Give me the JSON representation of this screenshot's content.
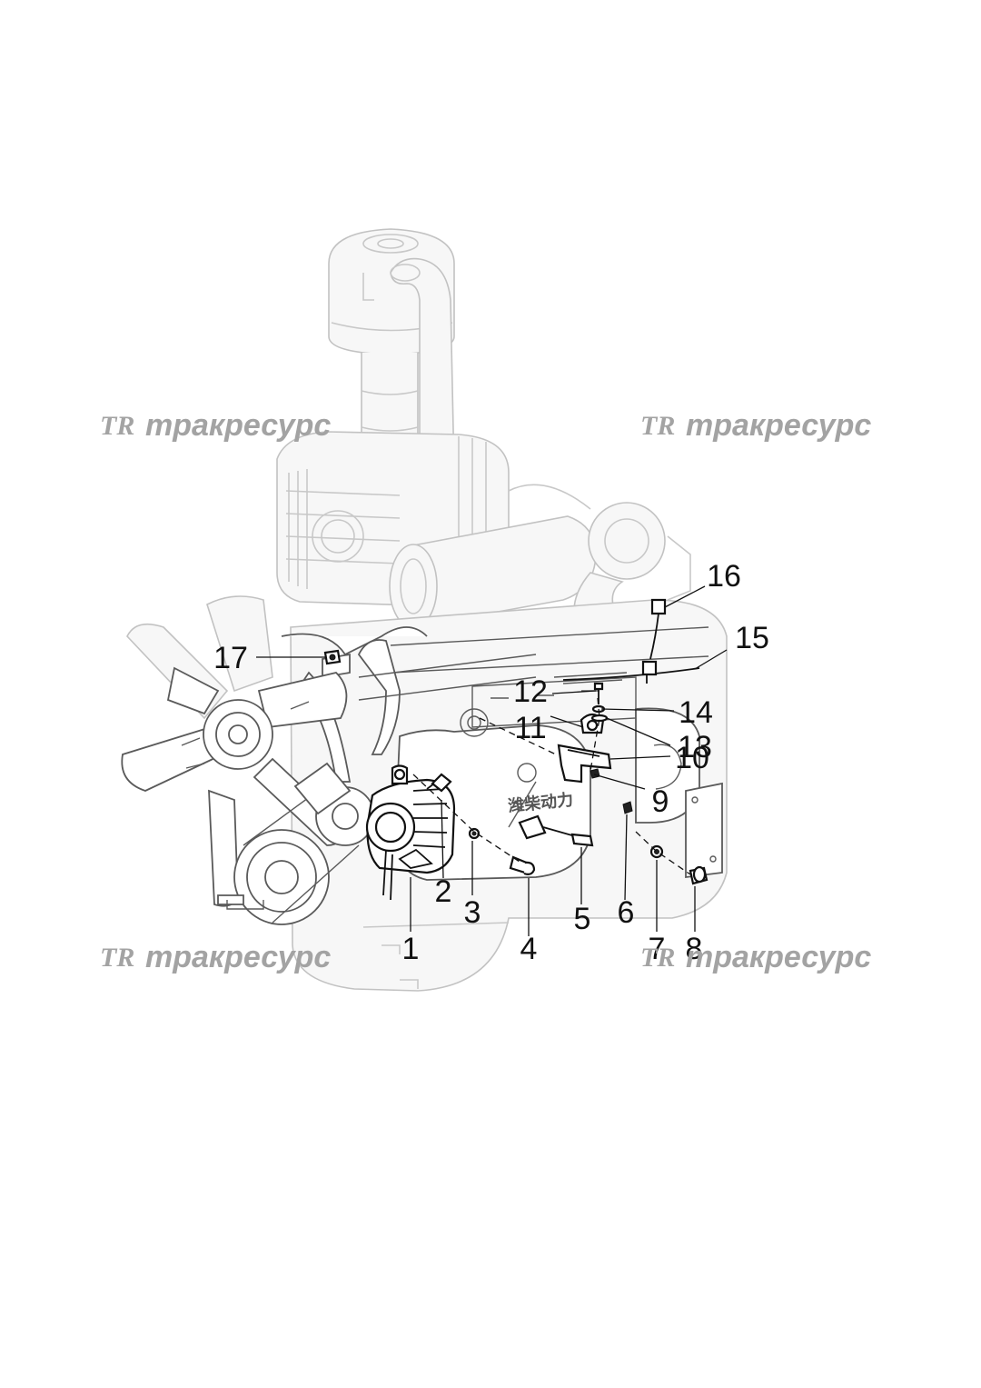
{
  "watermark": {
    "logo": "TR",
    "text": "тракресурс"
  },
  "engine_text": "潍柴动力",
  "callouts": [
    "1",
    "2",
    "3",
    "4",
    "5",
    "6",
    "7",
    "8",
    "9",
    "10",
    "11",
    "12",
    "13",
    "14",
    "15",
    "16",
    "17"
  ]
}
